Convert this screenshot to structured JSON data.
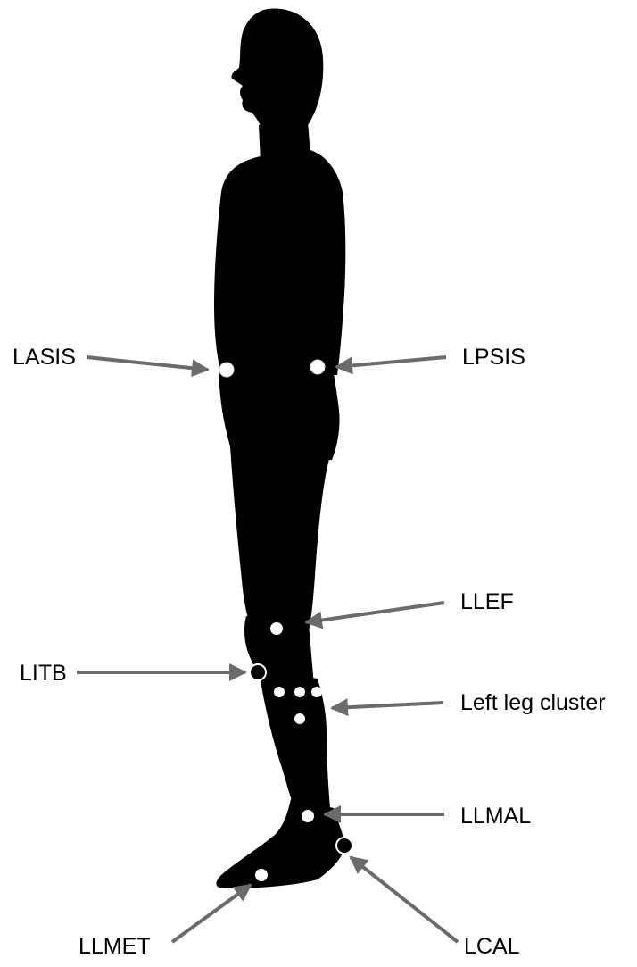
{
  "colors": {
    "background": "#ffffff",
    "silhouette": "#000000",
    "marker": "#ffffff",
    "arrow": "#6b6b6b",
    "label": "#000000"
  },
  "markers": {
    "lasis": "LASIS",
    "lpsis": "LPSIS",
    "llef": "LLEF",
    "litb": "LITB",
    "left_leg_cluster": "Left leg cluster",
    "llmal": "LLMAL",
    "llmet": "LLMET",
    "lcal": "LCAL"
  }
}
